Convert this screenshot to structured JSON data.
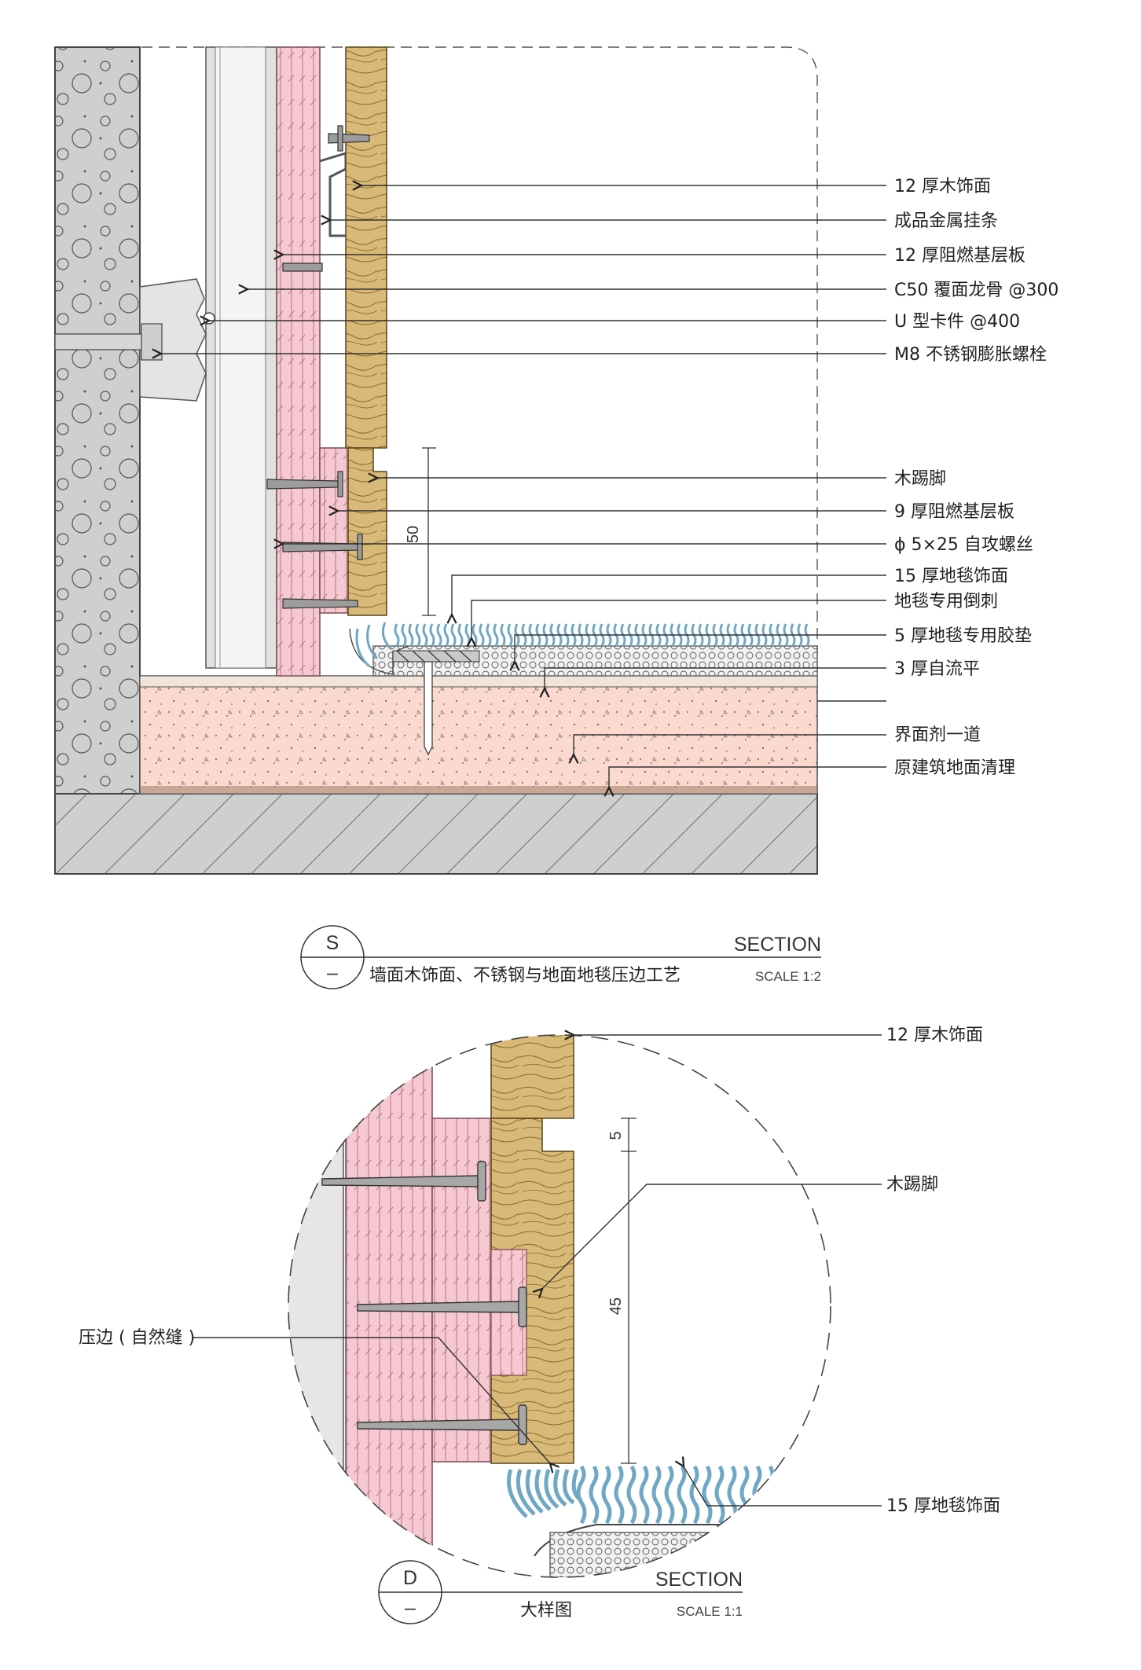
{
  "section_s": {
    "mark": "S",
    "mark_sub": "–",
    "section_label": "SECTION",
    "scale": "SCALE 1:2",
    "name": "墙面木饰面、不锈钢与地面地毯压边工艺",
    "dimension": "50",
    "callouts": [
      "12 厚木饰面",
      "成品金属挂条",
      "12 厚阻燃基层板",
      "C50 覆面龙骨 @300",
      "U 型卡件 @400",
      "M8 不锈钢膨胀螺栓",
      "木踢脚",
      "9 厚阻燃基层板",
      "ϕ 5×25 自攻螺丝",
      "15 厚地毯饰面",
      "地毯专用倒刺",
      "5 厚地毯专用胶垫",
      "3 厚自流平",
      "界面剂一道",
      "原建筑地面清理"
    ]
  },
  "section_d": {
    "mark": "D",
    "mark_sub": "–",
    "section_label": "SECTION",
    "scale": "SCALE 1:1",
    "name": "大样图",
    "dim_top": "5",
    "dim_main": "45",
    "callouts": {
      "wood_face": "12 厚木饰面",
      "skirting": "木踢脚",
      "carpet": "15 厚地毯饰面",
      "edge": "压边 ( 自然缝 )"
    }
  },
  "colors": {
    "concrete": "#cfcfcf",
    "plywood": "#f6c9d2",
    "wood": "#d9b978",
    "screed": "#fbd9cf",
    "carpet": "#6fa8c4",
    "metal": "#b8b8b8"
  }
}
